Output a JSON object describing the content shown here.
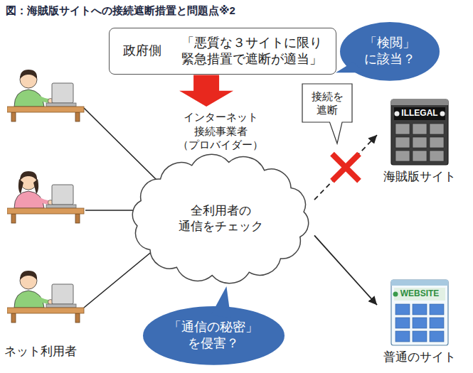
{
  "diagram": {
    "title": "図：海賊版サイトへの接続遮断措置と問題点※2",
    "nodes": [
      {
        "text": [
          "政府側",
          "「悪質な３サイトに限り 緊急措置で遮断が適当」"
        ]
      },
      {
        "text": [
          "「検閲」 に該当？"
        ]
      },
      {
        "text": [
          "接続を 遮断"
        ]
      },
      {
        "text": [
          "インターネット 接続事業者 （プロバイダー）",
          "全利用者の 通信をチェック"
        ]
      },
      {
        "text": [
          "ILLEGAL",
          "海賊版サイト"
        ]
      },
      {
        "text": [
          "WEBSITE",
          "普通のサイト"
        ]
      },
      {
        "text": [
          "「通信の秘密」 を侵害？"
        ]
      }
    ],
    "edges": [
      {
        "from": 0,
        "to": 3,
        "arrow": "to"
      },
      {
        "from": 3,
        "to": 4,
        "arrow": "to"
      },
      {
        "from": 3,
        "to": 5,
        "arrow": "to"
      }
    ],
    "labels": [
      "ネット利用者"
    ]
  }
}
